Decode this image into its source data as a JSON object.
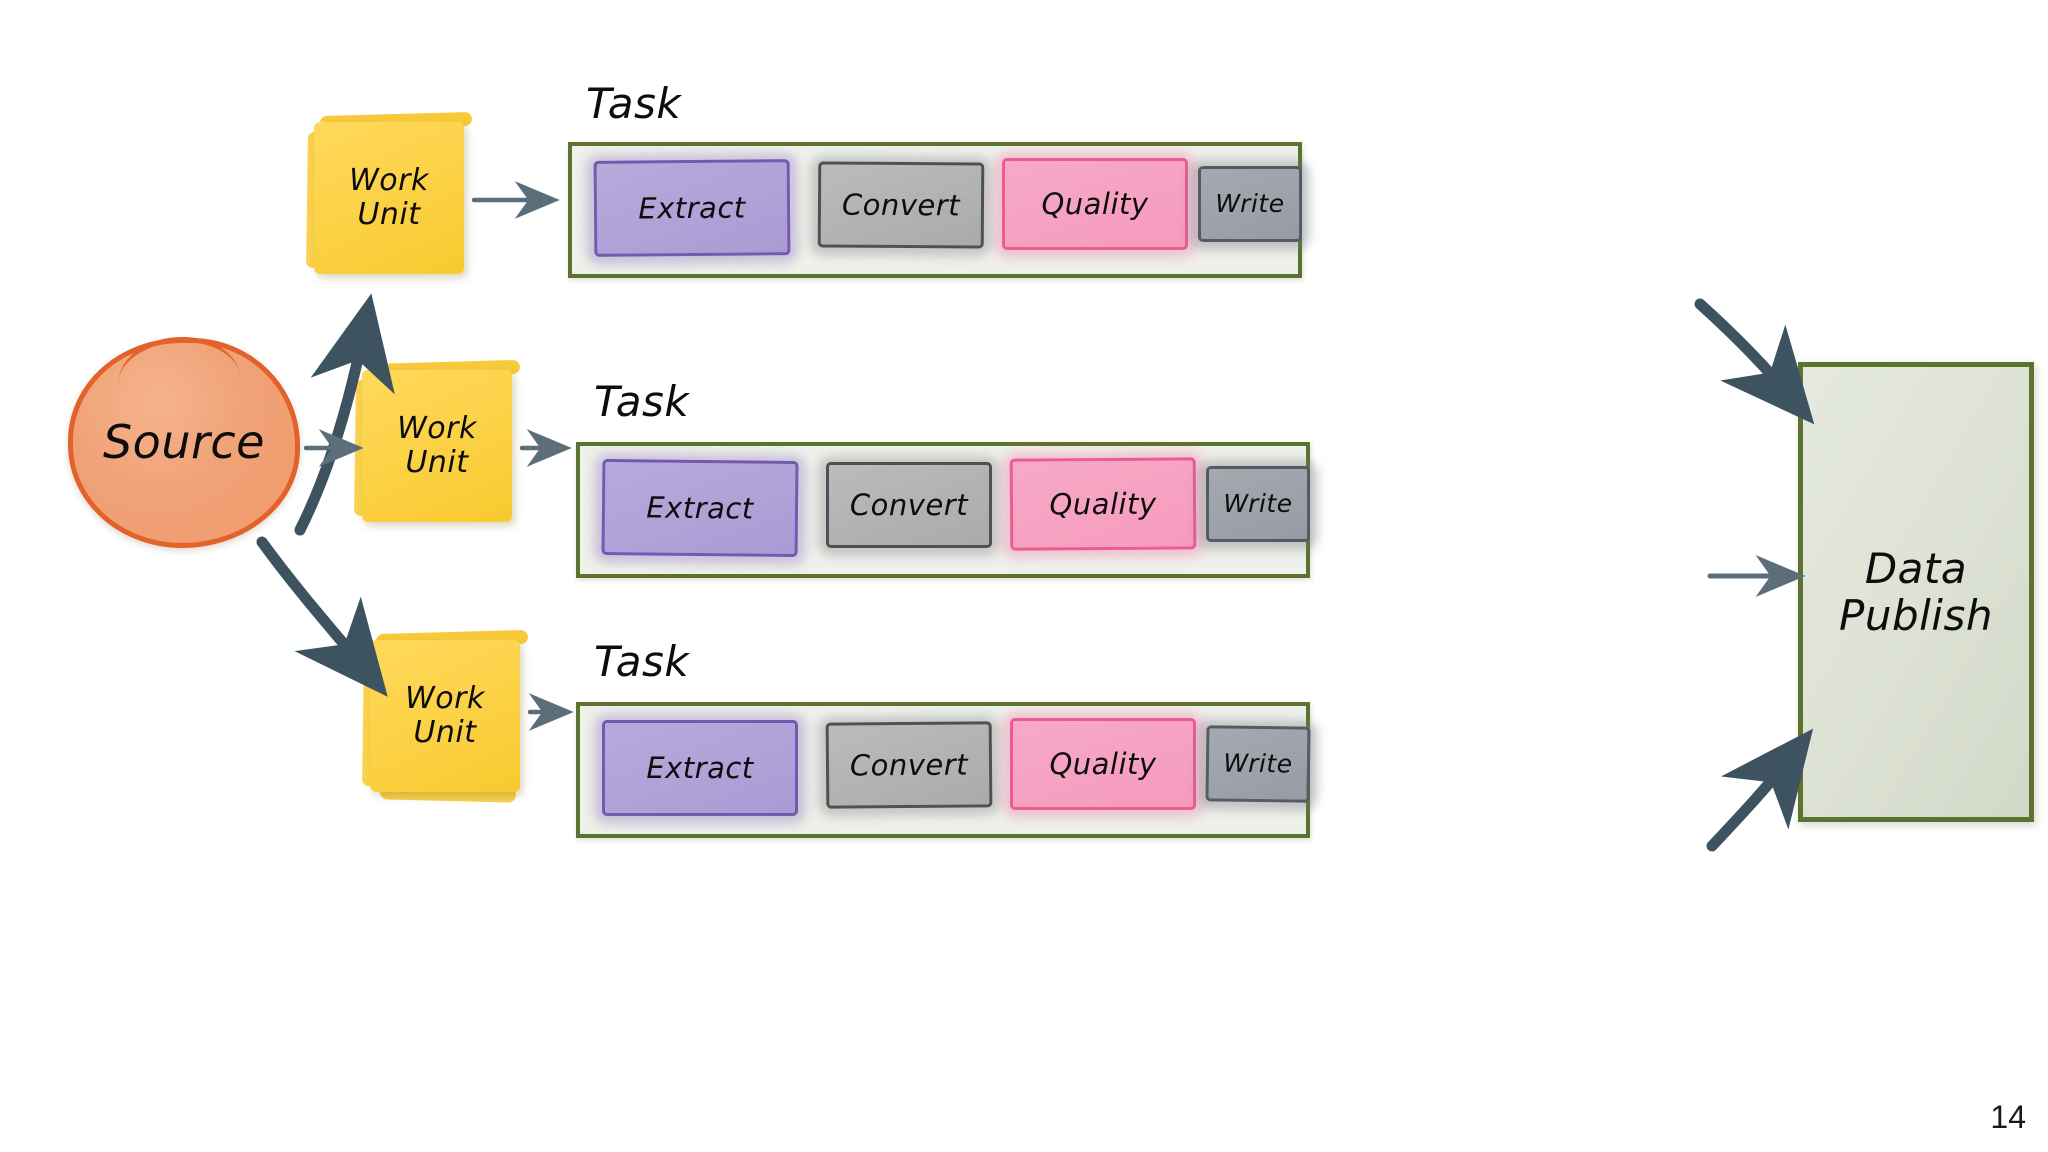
{
  "slide": {
    "page_number": "14",
    "background_color": "#ffffff"
  },
  "source": {
    "label": "Source",
    "fill_color": "#f0a277",
    "border_color": "#e2622a"
  },
  "work_units": [
    {
      "line1": "Work",
      "line2": "Unit"
    },
    {
      "line1": "Work",
      "line2": "Unit"
    },
    {
      "line1": "Work",
      "line2": "Unit"
    }
  ],
  "work_unit_style": {
    "fill_color": "#fcd34a",
    "border_color": "#f8c92f"
  },
  "tasks": [
    {
      "title": "Task",
      "stages": [
        {
          "name": "Extract",
          "color": "#c2b6e2",
          "border": "#5a3f9e"
        },
        {
          "name": "Convert",
          "color": "#cfcfcf",
          "border": "#3d3d3d"
        },
        {
          "name": "Quality",
          "color": "#fbb5cd",
          "border": "#e8447f"
        },
        {
          "name": "Write",
          "color": "#b7bcc2",
          "border": "#4a4f55"
        }
      ]
    },
    {
      "title": "Task",
      "stages": [
        {
          "name": "Extract",
          "color": "#c2b6e2",
          "border": "#5a3f9e"
        },
        {
          "name": "Convert",
          "color": "#cfcfcf",
          "border": "#3d3d3d"
        },
        {
          "name": "Quality",
          "color": "#fbb5cd",
          "border": "#e8447f"
        },
        {
          "name": "Write",
          "color": "#b7bcc2",
          "border": "#4a4f55"
        }
      ]
    },
    {
      "title": "Task",
      "stages": [
        {
          "name": "Extract",
          "color": "#c2b6e2",
          "border": "#5a3f9e"
        },
        {
          "name": "Convert",
          "color": "#cfcfcf",
          "border": "#3d3d3d"
        },
        {
          "name": "Quality",
          "color": "#fbb5cd",
          "border": "#e8447f"
        },
        {
          "name": "Write",
          "color": "#b7bcc2",
          "border": "#4a4f55"
        }
      ]
    }
  ],
  "task_frame_style": {
    "fill_color": "#eef0e9",
    "border_color": "#5b7230"
  },
  "data_publish": {
    "line1": "Data",
    "line2": "Publish",
    "fill_color": "#dde2d4",
    "border_color": "#5b7230"
  },
  "arrows": {
    "color": "#3d5360",
    "connections": [
      {
        "from": "source",
        "to": "work-unit-1",
        "weight": "thick"
      },
      {
        "from": "source",
        "to": "work-unit-2",
        "weight": "thin"
      },
      {
        "from": "source",
        "to": "work-unit-3",
        "weight": "thick"
      },
      {
        "from": "work-unit-1",
        "to": "task-1",
        "weight": "thin"
      },
      {
        "from": "work-unit-2",
        "to": "task-2",
        "weight": "thin"
      },
      {
        "from": "work-unit-3",
        "to": "task-3",
        "weight": "thin"
      },
      {
        "from": "task-1",
        "to": "data-publish",
        "weight": "thick"
      },
      {
        "from": "task-2",
        "to": "data-publish",
        "weight": "thin"
      },
      {
        "from": "task-3",
        "to": "data-publish",
        "weight": "thick"
      }
    ]
  }
}
